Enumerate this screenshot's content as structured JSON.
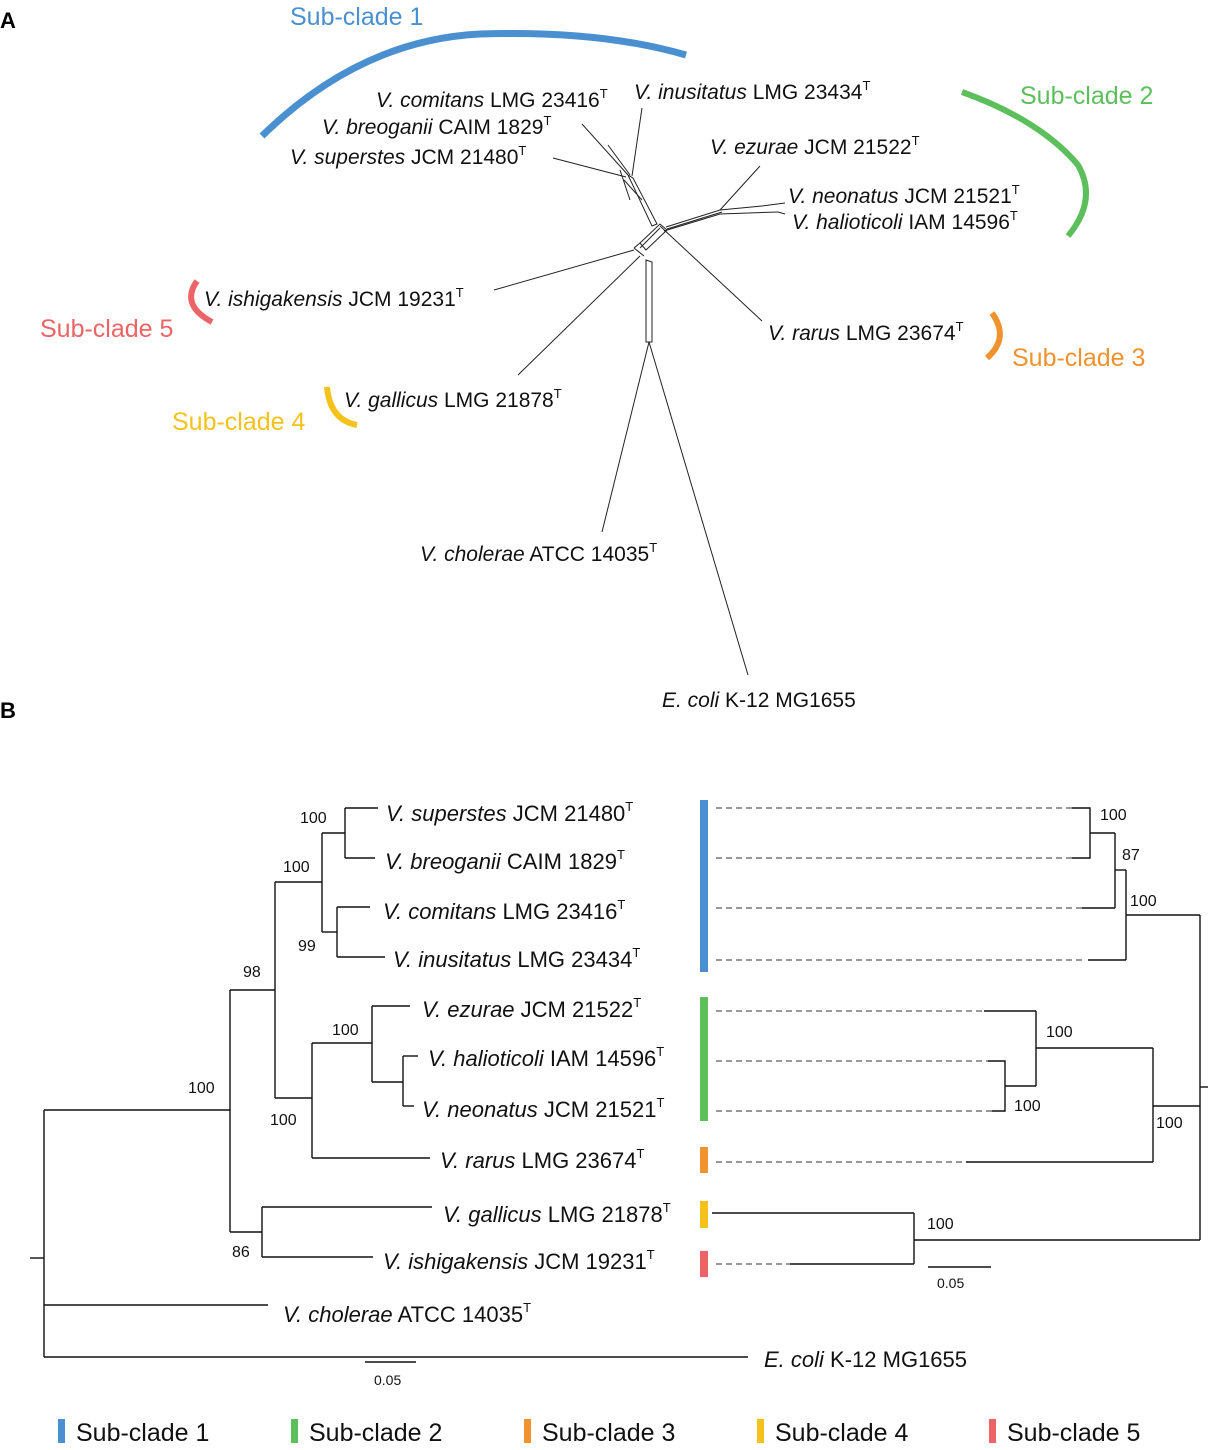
{
  "panels": {
    "a": "A",
    "b": "B"
  },
  "colors": {
    "subclade1": "#4a90d0",
    "subclade2": "#5cbf5c",
    "subclade3": "#f0922e",
    "subclade4": "#f5c21b",
    "subclade5": "#ec6465"
  },
  "subclades": {
    "s1": "Sub-clade 1",
    "s2": "Sub-clade 2",
    "s3": "Sub-clade 3",
    "s4": "Sub-clade 4",
    "s5": "Sub-clade 5"
  },
  "taxa": {
    "comitans": {
      "sp": "V. comitans",
      "st": "LMG 23416",
      "sup": "T"
    },
    "inusitatus": {
      "sp": "V. inusitatus",
      "st": "LMG 23434",
      "sup": "T"
    },
    "breoganii": {
      "sp": "V. breoganii",
      "st": "CAIM 1829",
      "sup": "T"
    },
    "superstes": {
      "sp": "V. superstes",
      "st": "JCM 21480",
      "sup": "T"
    },
    "ezurae": {
      "sp": "V. ezurae",
      "st": "JCM 21522",
      "sup": "T"
    },
    "neonatus": {
      "sp": "V. neonatus",
      "st": "JCM 21521",
      "sup": "T"
    },
    "halioticoli": {
      "sp": "V. halioticoli",
      "st": "IAM 14596",
      "sup": "T"
    },
    "ishigakensis": {
      "sp": "V. ishigakensis",
      "st": "JCM 19231",
      "sup": "T"
    },
    "rarus": {
      "sp": "V. rarus",
      "st": "LMG 23674",
      "sup": "T"
    },
    "gallicus": {
      "sp": "V. gallicus",
      "st": "LMG 21878",
      "sup": "T"
    },
    "cholerae": {
      "sp": "V. cholerae",
      "st": "ATCC 14035",
      "sup": "T"
    },
    "ecoli": {
      "sp": "E. coli",
      "st": "K-12 MG1655"
    }
  },
  "bootstrap_left": {
    "b1": "100",
    "b2": "100",
    "b3": "99",
    "b4": "98",
    "b5": "100",
    "b6": "100",
    "b7": "100",
    "b8": "86"
  },
  "bootstrap_right": {
    "r1": "100",
    "r2": "87",
    "r3": "100",
    "r4": "100",
    "r5": "100",
    "r6": "100",
    "r7": "100"
  },
  "scale_bar": {
    "left": "0.05",
    "right": "0.05"
  }
}
